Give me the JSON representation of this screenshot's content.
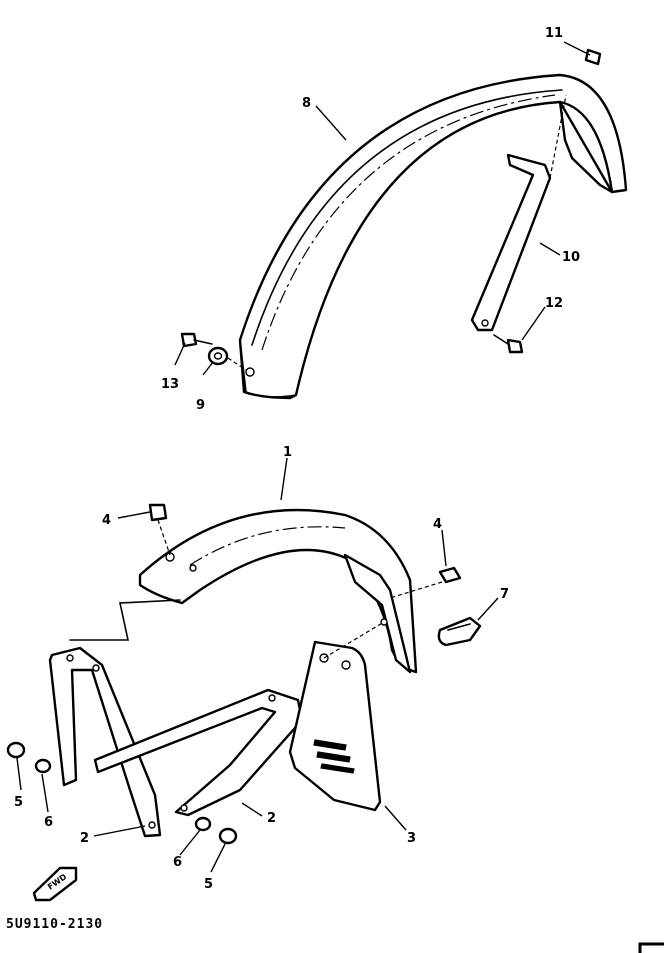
{
  "callouts": {
    "c1": "1",
    "c2a": "2",
    "c2b": "2",
    "c3": "3",
    "c4a": "4",
    "c4b": "4",
    "c5a": "5",
    "c5b": "5",
    "c6a": "6",
    "c6b": "6",
    "c7": "7",
    "c8": "8",
    "c9": "9",
    "c10": "10",
    "c11": "11",
    "c12": "12",
    "c13": "13"
  },
  "fwd_tag": "FWD",
  "diagram_code": "5U9110-2130"
}
